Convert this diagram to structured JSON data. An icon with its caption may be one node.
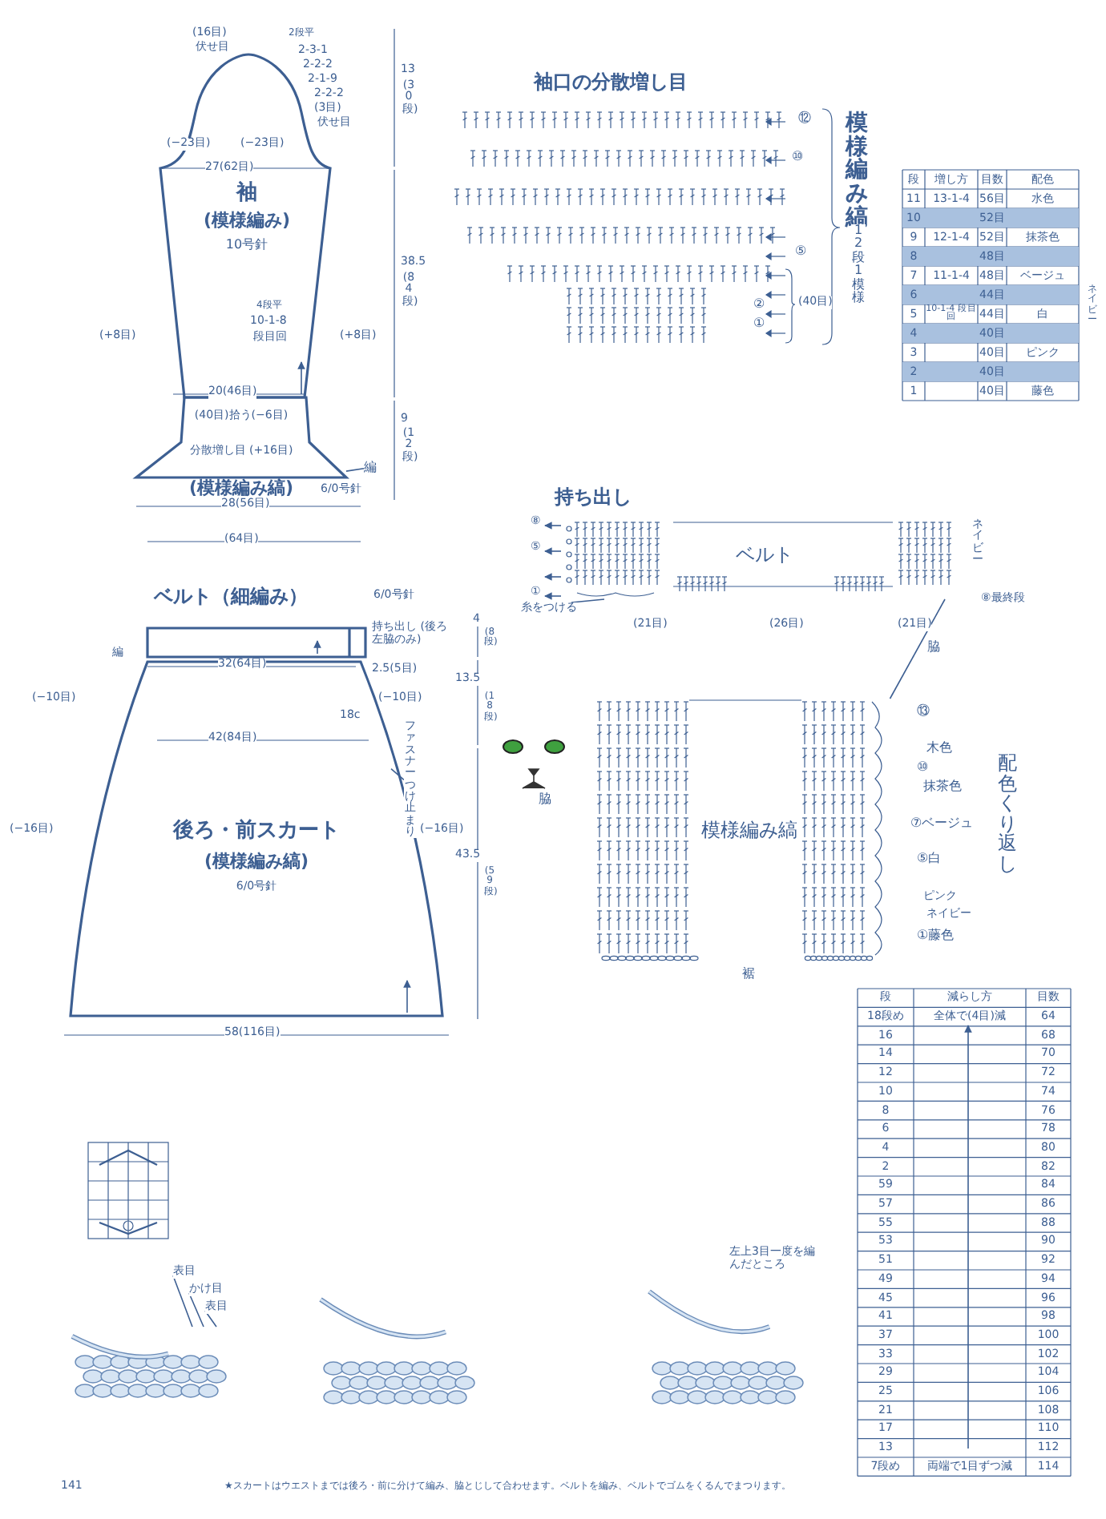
{
  "diagram": {
    "nodes": [
      {
        "text": [
          "袖",
          "(模様編み)",
          "10号針"
        ]
      },
      {
        "text": [
          "(40目)拾う(−6目)",
          "分散増し目 (+16目)",
          "(模様編み縞)"
        ],
        "beside": [
          "6/0号針"
        ]
      },
      {
        "text": [
          "編"
        ]
      },
      {
        "text": [
          "ベルト（細編み）"
        ],
        "beside": [
          "6/0号針"
        ]
      },
      {
        "text": [
          "後ろ・前スカート",
          "(模様編み縞)",
          "6/0号針"
        ]
      },
      {
        "text": [
          "ファスナーつけ止まり"
        ]
      },
      {
        "text": [
          "ベルト"
        ]
      },
      {
        "text": [
          "糸をつける"
        ]
      },
      {
        "text": [
          "模様編み縞"
        ]
      },
      {
        "text": [],
        "shape": "picture"
      },
      {
        "text": [
          "表目"
        ]
      },
      {
        "text": [
          "かけ目"
        ]
      },
      {
        "text": [
          "表目"
        ]
      }
    ],
    "edges": [
      {
        "from": 2,
        "to": 1,
        "arrow": "none"
      },
      {
        "from": 5,
        "to": 4,
        "arrow": "none"
      },
      {
        "from": 7,
        "to": 6,
        "arrow": "none"
      },
      {
        "from": 6,
        "to": 8,
        "arrow": "none",
        "label": "脇"
      },
      {
        "from": 10,
        "to": 9,
        "arrow": "none"
      },
      {
        "from": 11,
        "to": 9,
        "arrow": "none"
      },
      {
        "from": 12,
        "to": 9,
        "arrow": "none"
      }
    ],
    "labels": [
      "(16目)",
      "伏せ目",
      "2段平",
      "2-3-1",
      "2-2-2",
      "2-1-9",
      "2-2-2",
      "(3目)",
      "伏せ目",
      "13",
      "(30段)",
      "(−23目)",
      "(−23目)",
      "27(62目)",
      "38.5",
      "(84段)",
      "(+8目)",
      "(+8目)",
      "4段平",
      "10-1-8",
      "段目回",
      "20(46目)",
      "9",
      "(12段)",
      "28(56目)",
      "袖口の分散増し目",
      "⑫",
      "⑩",
      "⑤",
      "②",
      "①",
      "(40目)",
      "模様編み縞",
      "12段1模様",
      "段",
      "増し方",
      "目数",
      "配色",
      "11",
      "13-1-4",
      "56目",
      "水色",
      "10",
      "52目",
      "9",
      "12-1-4",
      "52目",
      "抹茶色",
      "8",
      "48目",
      "7",
      "11-1-4",
      "48目",
      "ベージュ",
      "6",
      "44目",
      "5",
      "10-1-4 段目回",
      "44目",
      "白",
      "4",
      "40目",
      "3",
      "40目",
      "ピンク",
      "2",
      "40目",
      "1",
      "40目",
      "藤色",
      "ネイビー",
      "(64目)",
      "32(64目)",
      "2.5(5目)",
      "4",
      "(8段)",
      "13.5",
      "(18段)",
      "(−10目)",
      "(−10目)",
      "18c",
      "42(84目)",
      "(−16目)",
      "(−16目)",
      "43.5",
      "(59段)",
      "58(116目)",
      "持ち出し",
      "⑧",
      "⑤",
      "①",
      "ネイビー",
      "⑧最終段",
      "(21目)",
      "(26目)",
      "(21目)",
      "脇",
      "⑬",
      "木色",
      "⑩",
      "抹茶色",
      "⑦ベージュ",
      "⑤白",
      "ピンク",
      "ネイビー",
      "①藤色",
      "配色くり返し",
      "裾",
      "段",
      "減らし方",
      "目数",
      "18段め",
      "全体で(4目)減",
      "64",
      "16",
      "68",
      "14",
      "70",
      "12",
      "72",
      "10",
      "74",
      "8",
      "76",
      "6",
      "78",
      "4",
      "80",
      "2",
      "82",
      "59",
      "84",
      "57",
      "86",
      "55",
      "88",
      "53",
      "90",
      "51",
      "92",
      "49",
      "94",
      "45",
      "96",
      "41",
      "98",
      "37",
      "100",
      "33",
      "102",
      "29",
      "104",
      "25",
      "106",
      "21",
      "108",
      "17",
      "110",
      "13",
      "112",
      "7段め",
      "両端で1目ずつ減",
      "114",
      "左上3目一度を編んだところ",
      "141",
      "★スカートはウエストまでは後ろ・前に分けて編み、脇とじして合わせます。ベルトを編み、ベルトでゴムをくるんでまつります。",
      "持ち出し (後ろ左脇のみ)",
      "編"
    ]
  }
}
